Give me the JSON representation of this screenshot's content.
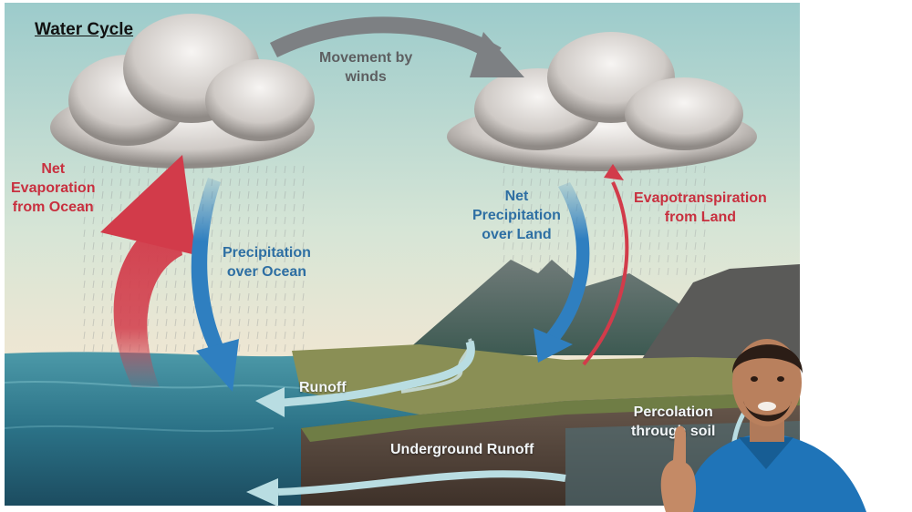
{
  "title": "Water Cycle",
  "labels": {
    "winds_1": "Movement by",
    "winds_2": "winds",
    "evap_ocean_1": "Net",
    "evap_ocean_2": "Evaporation",
    "evap_ocean_3": "from Ocean",
    "precip_ocean_1": "Precipitation",
    "precip_ocean_2": "over Ocean",
    "precip_land_1": "Net",
    "precip_land_2": "Precipitation",
    "precip_land_3": "over Land",
    "evapotrans_1": "Evapotranspiration",
    "evapotrans_2": "from Land",
    "runoff": "Runoff",
    "underground_runoff": "Underground Runoff",
    "percolation_1": "Percolation",
    "percolation_2": "through soil"
  },
  "colors": {
    "evaporation_arrow": "#d23b4a",
    "precipitation_arrow": "#2f7fc0",
    "wind_arrow": "#7d8083",
    "runoff_arrow": "#b9dde2",
    "sky_top": "#9cc9cc",
    "ocean": "#2c7a8c"
  },
  "presenter_icon": "presenter-person"
}
